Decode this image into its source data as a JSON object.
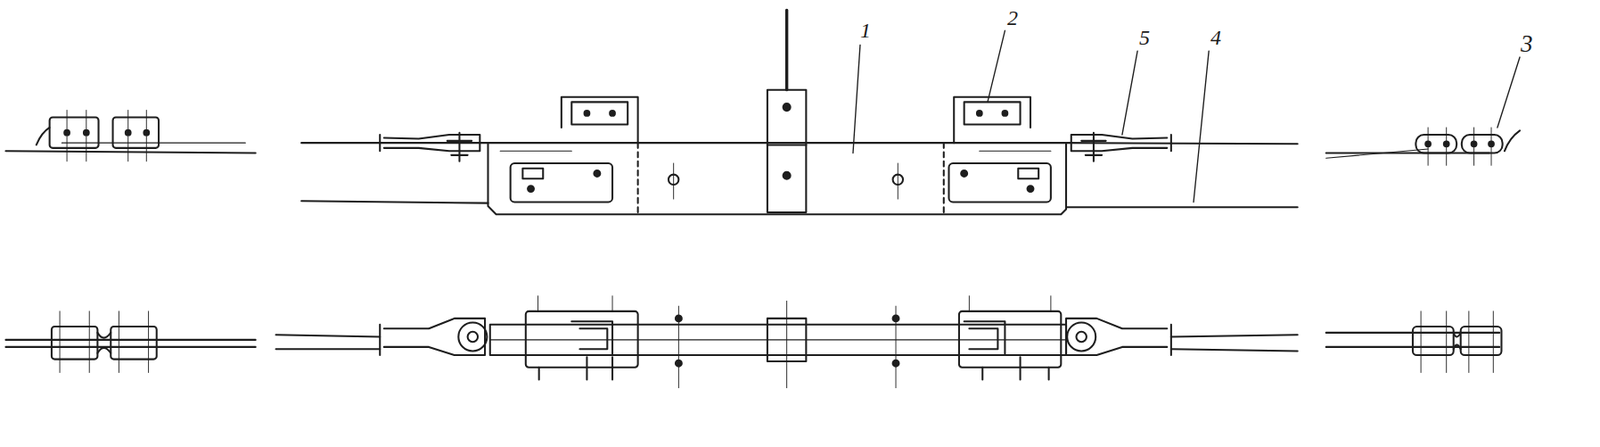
{
  "diagram": {
    "labels": [
      "1",
      "2",
      "5",
      "4",
      "3"
    ]
  }
}
